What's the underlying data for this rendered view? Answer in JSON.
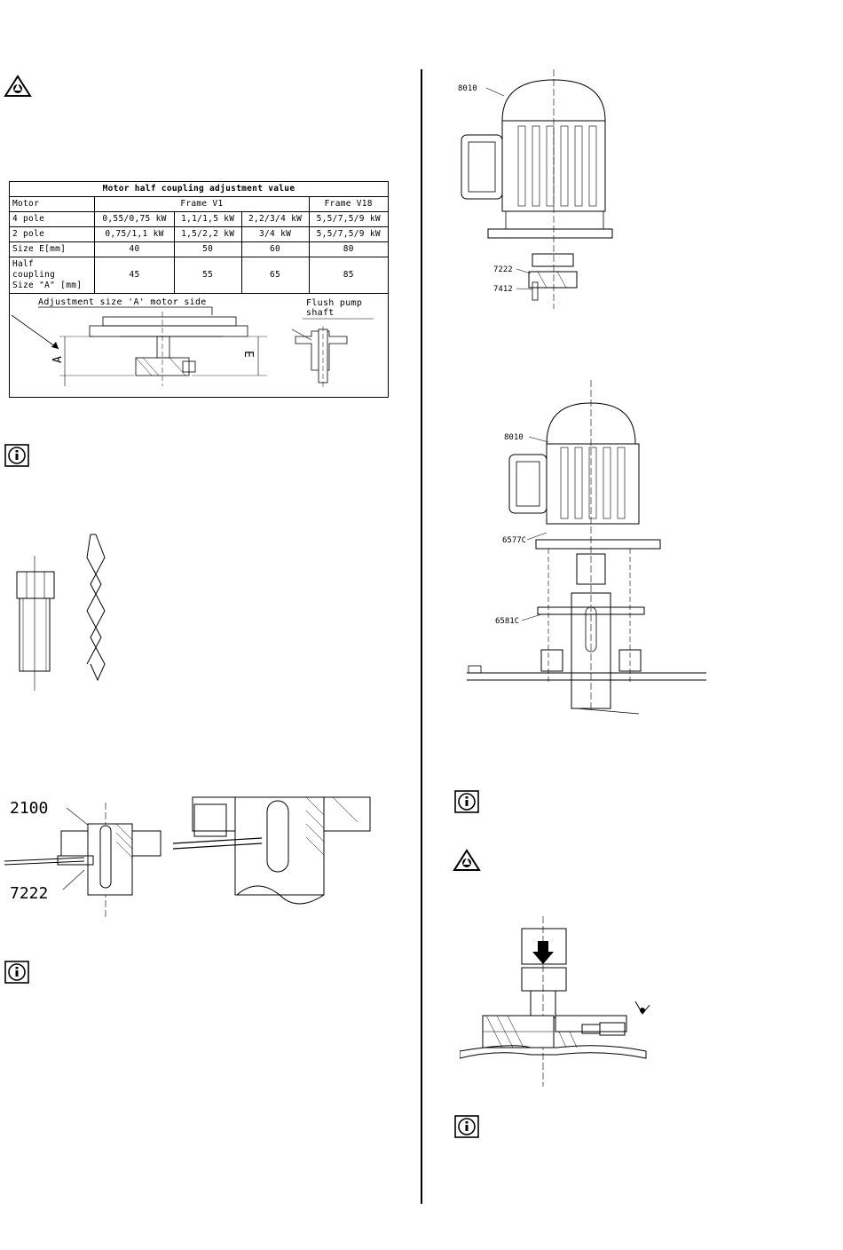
{
  "table": {
    "title": "Motor half coupling adjustment value",
    "header": [
      "Motor",
      "Frame  V1",
      "Frame V18"
    ],
    "rows": [
      [
        "4 pole",
        "0,55/0,75 kW",
        "1,1/1,5 kW",
        "2,2/3/4 kW",
        "5,5/7,5/9 kW"
      ],
      [
        "2 pole",
        "0,75/1,1 kW",
        "1,5/2,2 kW",
        "3/4 kW",
        "5,5/7,5/9 kW"
      ],
      [
        "Size E[mm]",
        "40",
        "50",
        "60",
        "80"
      ]
    ],
    "half_coupling_label": [
      "Half",
      "coupling",
      "Size \"A\" [mm]"
    ],
    "half_coupling_values": [
      "45",
      "55",
      "65",
      "85"
    ],
    "figure_caption_left": "Adjustment size 'A' motor side",
    "figure_caption_right": [
      "Flush pump",
      "shaft"
    ],
    "dim_a": "A",
    "dim_e": "E"
  },
  "labels": {
    "fig_top_right": {
      "motor": "8010",
      "coupling": "7222",
      "screw": "7412"
    },
    "fig_mid_right": {
      "motor": "8010",
      "bolt": "6577C",
      "nut": "6581C"
    },
    "fig_drill": {
      "hub": "2100",
      "screw": "7222"
    }
  },
  "icons": {
    "warning": "warning-triangle-icon",
    "info": "info-icon"
  }
}
